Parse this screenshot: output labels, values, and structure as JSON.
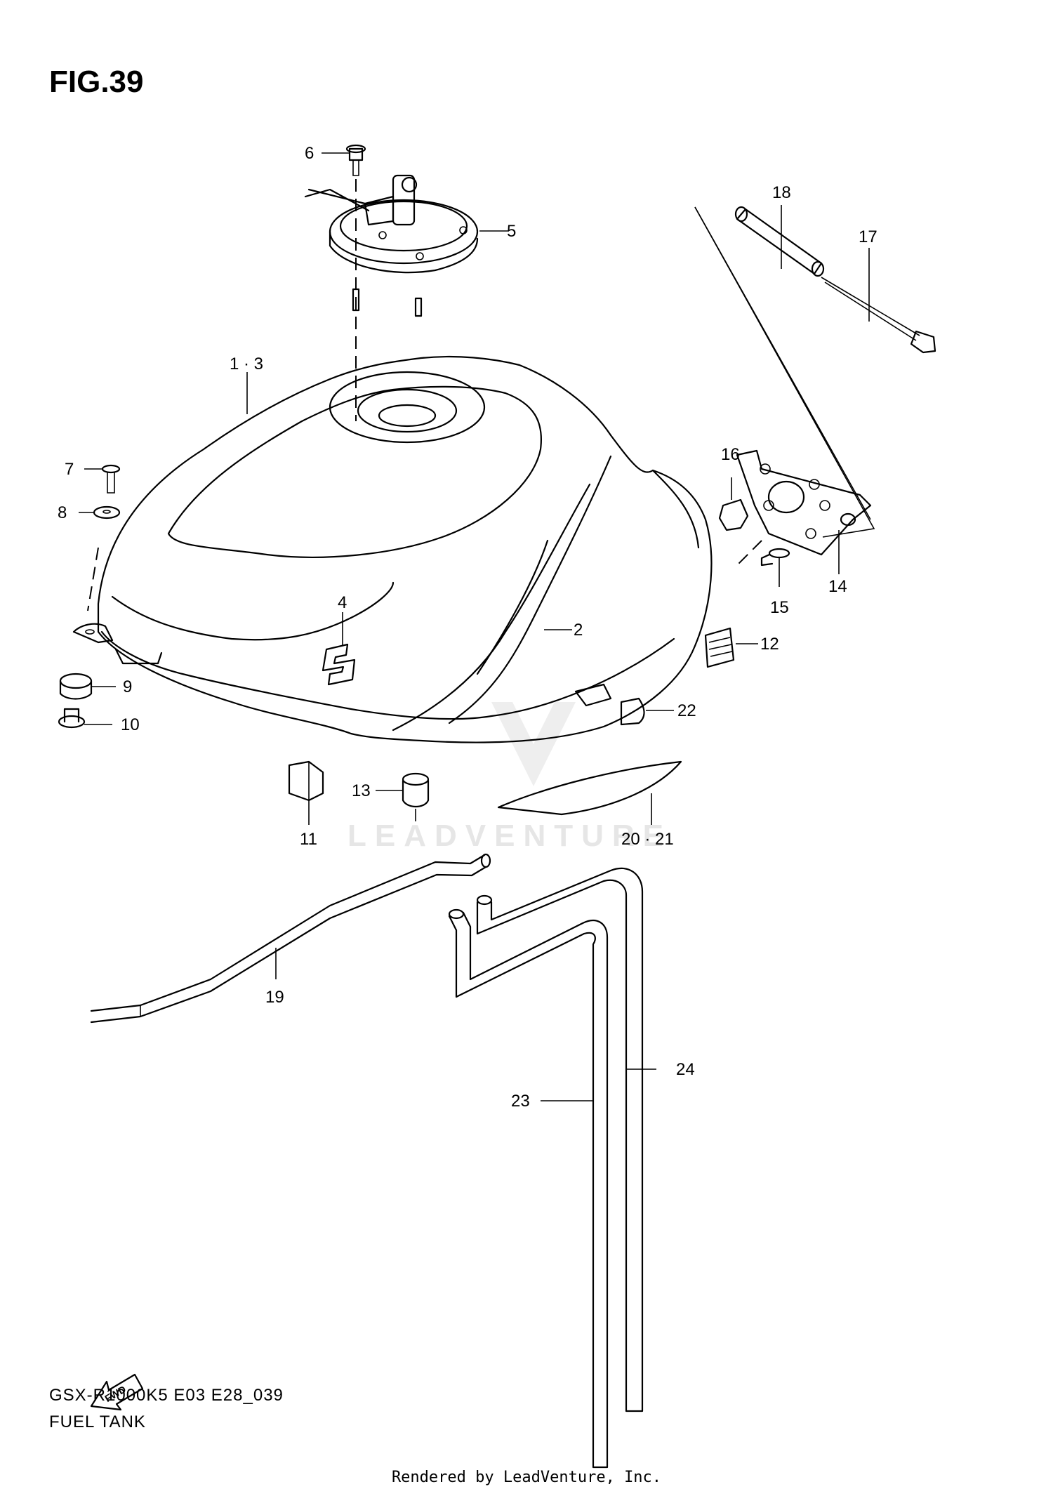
{
  "figure_title": "FIG.39",
  "model_code": "GSX-R1000K5 E03 E28_039",
  "section_name": "FUEL TANK",
  "footer_credit": "Rendered by LeadVenture, Inc.",
  "watermark_text": "LEADVENTURE",
  "direction_arrow_text": "FWD",
  "part_labels": {
    "p1_3": "1 · 3",
    "p2": "2",
    "p4": "4",
    "p5": "5",
    "p6": "6",
    "p7": "7",
    "p8": "8",
    "p9": "9",
    "p10": "10",
    "p11": "11",
    "p12": "12",
    "p13": "13",
    "p14": "14",
    "p15": "15",
    "p16": "16",
    "p17": "17",
    "p18": "18",
    "p19": "19",
    "p20_21": "20 · 21",
    "p22": "22",
    "p23": "23",
    "p24": "24"
  }
}
